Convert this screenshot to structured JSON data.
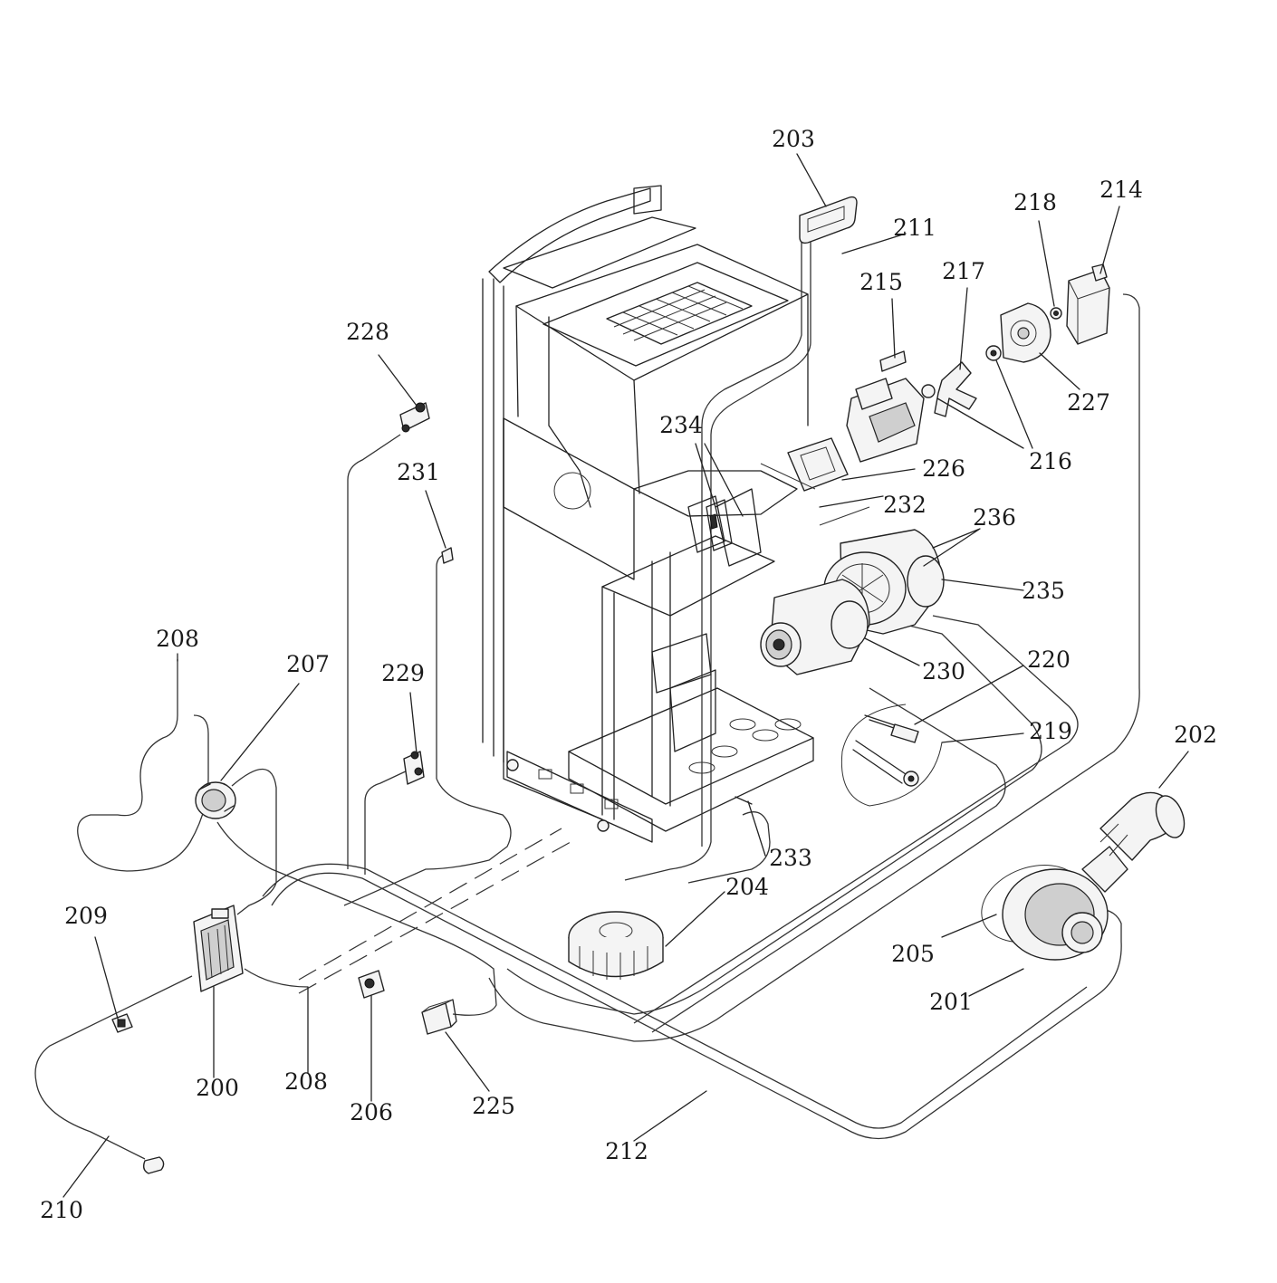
{
  "diagram": {
    "callouts": [
      {
        "id": "200",
        "text": "200"
      },
      {
        "id": "201",
        "text": "201"
      },
      {
        "id": "202",
        "text": "202"
      },
      {
        "id": "203",
        "text": "203"
      },
      {
        "id": "204",
        "text": "204"
      },
      {
        "id": "205",
        "text": "205"
      },
      {
        "id": "206",
        "text": "206"
      },
      {
        "id": "207",
        "text": "207"
      },
      {
        "id": "208a",
        "text": "208"
      },
      {
        "id": "208b",
        "text": "208"
      },
      {
        "id": "209",
        "text": "209"
      },
      {
        "id": "210",
        "text": "210"
      },
      {
        "id": "211",
        "text": "211"
      },
      {
        "id": "212",
        "text": "212"
      },
      {
        "id": "214",
        "text": "214"
      },
      {
        "id": "215",
        "text": "215"
      },
      {
        "id": "216",
        "text": "216"
      },
      {
        "id": "217",
        "text": "217"
      },
      {
        "id": "218",
        "text": "218"
      },
      {
        "id": "219",
        "text": "219"
      },
      {
        "id": "220",
        "text": "220"
      },
      {
        "id": "225",
        "text": "225"
      },
      {
        "id": "226",
        "text": "226"
      },
      {
        "id": "227",
        "text": "227"
      },
      {
        "id": "228",
        "text": "228"
      },
      {
        "id": "229",
        "text": "229"
      },
      {
        "id": "230",
        "text": "230"
      },
      {
        "id": "231",
        "text": "231"
      },
      {
        "id": "232",
        "text": "232"
      },
      {
        "id": "233",
        "text": "233"
      },
      {
        "id": "234",
        "text": "234"
      },
      {
        "id": "235",
        "text": "235"
      },
      {
        "id": "236",
        "text": "236"
      }
    ]
  }
}
